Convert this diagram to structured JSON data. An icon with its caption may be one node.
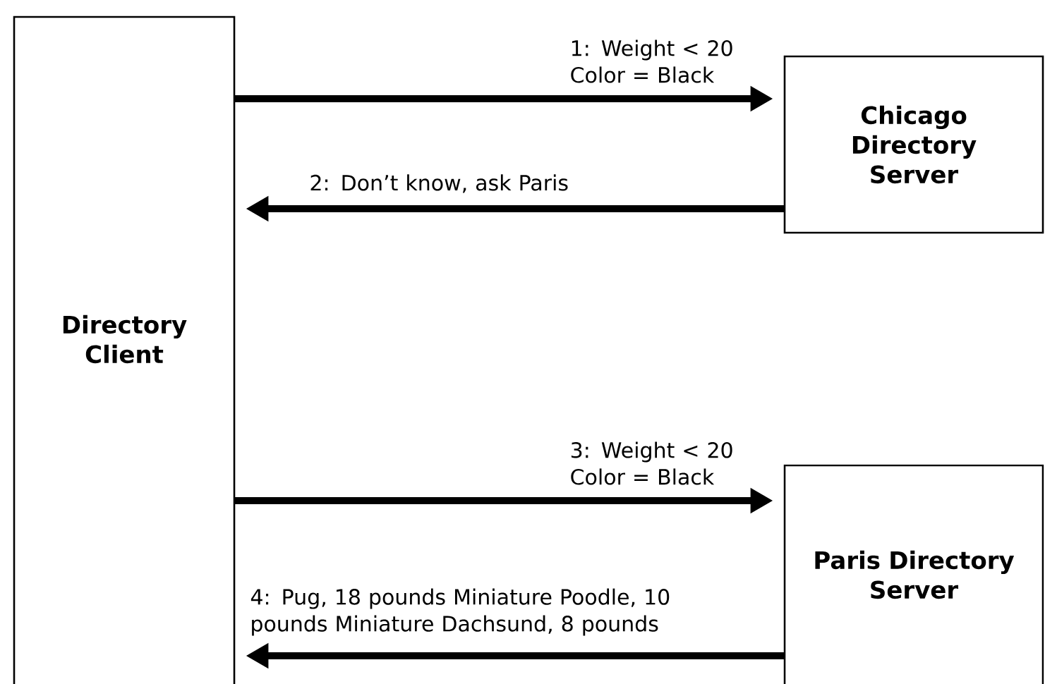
{
  "diagram": {
    "nodes": [
      {
        "text": [
          "Directory Client"
        ]
      },
      {
        "text": [
          "Chicago Directory Server"
        ]
      },
      {
        "text": [
          "Paris Directory Server"
        ]
      }
    ],
    "edges": [
      {
        "from": 0,
        "to": 1,
        "arrow": "to",
        "label": "1: Weight < 20 Color = Black"
      },
      {
        "from": 1,
        "to": 0,
        "arrow": "to",
        "label": "2: Don’t know, ask Paris"
      },
      {
        "from": 0,
        "to": 2,
        "arrow": "to",
        "label": "3: Weight < 20 Color = Black"
      },
      {
        "from": 2,
        "to": 0,
        "arrow": "to",
        "label": "4: Pug, 18 pounds Miniature Poodle, 10 pounds Miniature Dachsund, 8 pounds"
      }
    ]
  }
}
